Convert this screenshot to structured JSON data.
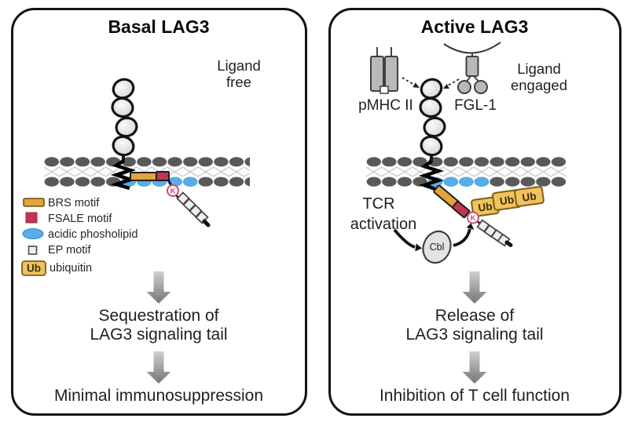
{
  "figure": {
    "basal": {
      "title": "Basal LAG3",
      "state": [
        "Ligand",
        "free"
      ],
      "step1": [
        "Sequestration of",
        "LAG3 signaling tail"
      ],
      "step2": "Minimal immunosuppression"
    },
    "active": {
      "title": "Active LAG3",
      "state": [
        "Ligand",
        "engaged"
      ],
      "ligand_mhc": "pMHC II",
      "ligand_fgl": "FGL-1",
      "tcr": [
        "TCR",
        "activation"
      ],
      "cbl": "Cbl",
      "ub": "Ub",
      "step1": [
        "Release of",
        "LAG3 signaling tail"
      ],
      "step2": "Inhibition of T cell function"
    },
    "legend": [
      {
        "label": "BRS motif"
      },
      {
        "label": "FSALE motif"
      },
      {
        "label": "acidic phosholipid"
      },
      {
        "label": "EP motif"
      },
      {
        "label": "ubiquitin",
        "tag": "Ub"
      }
    ],
    "k_residue": "K",
    "colors": {
      "brs": "#E2A43B",
      "fsale": "#C23454",
      "phospholipid": "#57ADE6",
      "ubiquitin": "#F1C35E",
      "membrane": "#595959",
      "k_ring": "#C94F6D"
    }
  }
}
